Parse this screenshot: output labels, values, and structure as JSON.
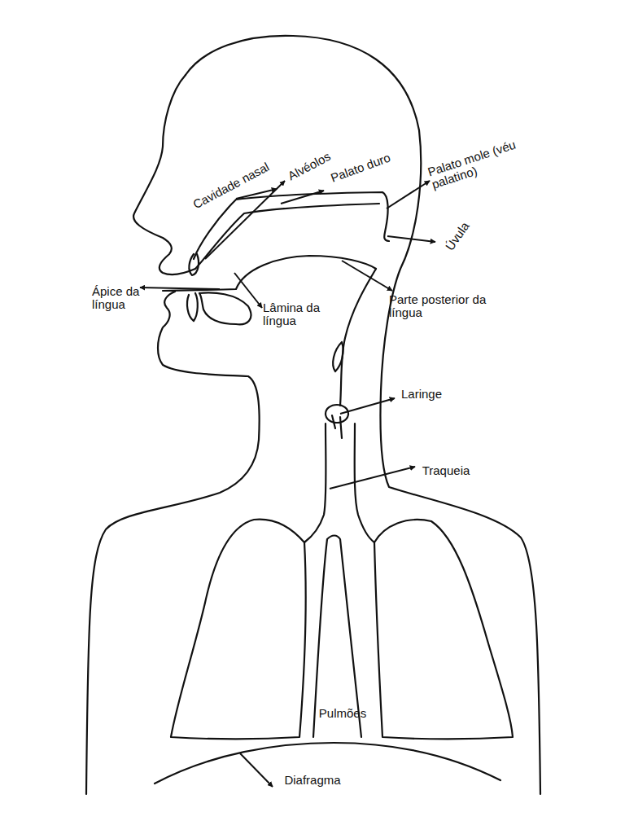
{
  "diagram": {
    "labels": [
      "Cavidade nasal",
      "Alvéolos",
      "Palato duro",
      "Palato mole (véu palatino)",
      "Úvula",
      "Ápice da língua",
      "Lâmina da língua",
      "Parte posterior da língua",
      "Laringe",
      "Traqueia",
      "Pulmões",
      "Diafragma"
    ]
  }
}
